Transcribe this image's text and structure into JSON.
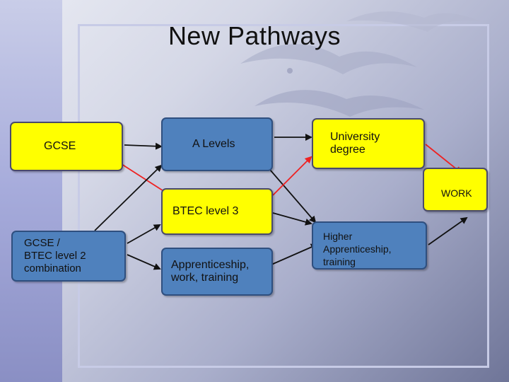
{
  "slide": {
    "title": "New Pathways",
    "colors": {
      "box_yellow": "#ffff00",
      "box_blue": "#4f81bd",
      "arrow_red": "#ee2222",
      "arrow_black": "#111111"
    }
  },
  "nodes": {
    "gcse": "GCSE",
    "a_levels": "A Levels",
    "university": "University\ndegree",
    "work": "WORK",
    "btec3": "BTEC level 3",
    "gcse_btec2": "GCSE /\nBTEC level 2\ncombination",
    "apprenticeship": "Apprenticeship,\nwork, training",
    "higher_apprenticeship": "Higher\nApprenticeship,\ntraining"
  },
  "edges": [
    {
      "from": "gcse",
      "to": "a_levels",
      "color": "black"
    },
    {
      "from": "gcse",
      "to": "btec3",
      "color": "red"
    },
    {
      "from": "a_levels",
      "to": "university",
      "color": "black"
    },
    {
      "from": "a_levels",
      "to": "higher_apprenticeship",
      "color": "black"
    },
    {
      "from": "btec3",
      "to": "university",
      "color": "red"
    },
    {
      "from": "btec3",
      "to": "higher_apprenticeship",
      "color": "black"
    },
    {
      "from": "university",
      "to": "work",
      "color": "red"
    },
    {
      "from": "gcse_btec2",
      "to": "a_levels",
      "color": "black"
    },
    {
      "from": "gcse_btec2",
      "to": "btec3",
      "color": "black"
    },
    {
      "from": "gcse_btec2",
      "to": "apprenticeship",
      "color": "black"
    },
    {
      "from": "apprenticeship",
      "to": "higher_apprenticeship",
      "color": "black"
    },
    {
      "from": "higher_apprenticeship",
      "to": "work",
      "color": "black"
    }
  ]
}
